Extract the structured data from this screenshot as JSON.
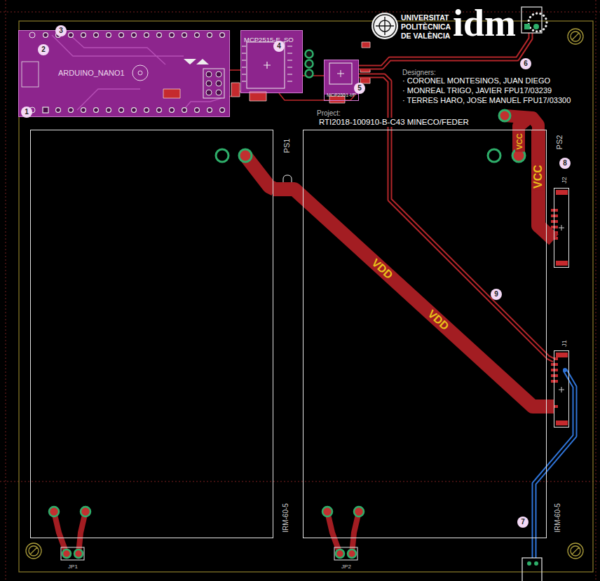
{
  "diagram": {
    "nodes": [
      {
        "text": [
          "ARDUINO_NANO1"
        ]
      },
      {
        "text": [
          "MCP2515-E_SO"
        ]
      },
      {
        "text": [
          "MCP2551-I/P"
        ]
      },
      {
        "text": [
          "PS1",
          "IRM-60-5"
        ]
      },
      {
        "text": [
          "PS2",
          "IRM-60-5"
        ]
      },
      {
        "text": [
          "J2"
        ]
      },
      {
        "text": [
          "J1"
        ]
      }
    ],
    "edges": [
      {
        "from": 3,
        "to": 6,
        "arrow": "none",
        "label": "VDD"
      },
      {
        "from": 4,
        "to": 5,
        "arrow": "none",
        "label": "VCC"
      },
      {
        "from": 2,
        "to": 6,
        "arrow": "none"
      }
    ],
    "labels": [
      "1",
      "2",
      "3",
      "4",
      "5",
      "6",
      "7",
      "8",
      "9",
      "UNIVERSITAT POLITÈCNICA DE VALÈNCIA",
      "idm",
      "Designers:",
      "· CORONEL MONTESINOS, JUAN DIEGO",
      "· MONREAL TRIGO, JAVIER FPU17/03239",
      "· TERRES HARO, JOSE MANUEL FPU17/03300",
      "Project:",
      "RTI2018-100910-B-C43 MINECO/FEDER",
      "VDD",
      "VCC",
      "JP1",
      "JP2"
    ]
  }
}
